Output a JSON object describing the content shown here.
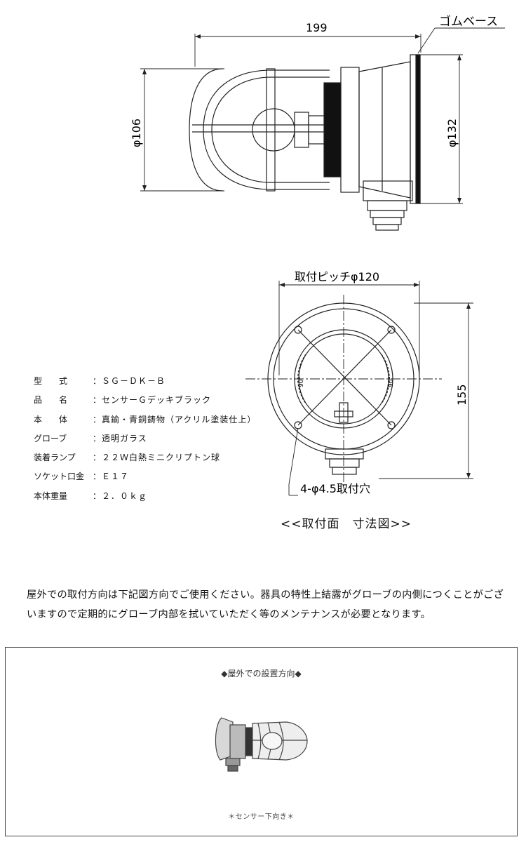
{
  "side_view": {
    "dim_length": "199",
    "dim_glove_dia": "φ106",
    "dim_base_dia": "φ132",
    "base_label": "ゴムベース"
  },
  "front_view": {
    "pitch_label": "取付ピッチφ120",
    "height_label": "155",
    "hole_label": "4-φ4.5取付穴",
    "angle_left": "90°",
    "angle_right": "90°"
  },
  "caption": "<<取付面　寸法図>>",
  "specs": [
    {
      "label": "型　　式",
      "value": "：ＳＧ－ＤＫ－Ｂ"
    },
    {
      "label": "品　　名",
      "value": "：センサーＧデッキブラック"
    },
    {
      "label": "本　　体",
      "value": "：真鍮・青銅鋳物（アクリル塗装仕上）"
    },
    {
      "label": "グローブ",
      "value": "：透明ガラス"
    },
    {
      "label": "装着ランプ",
      "value": "：２２Ｗ白熱ミニクリプトン球"
    },
    {
      "label": "ソケット口金",
      "value": "：Ｅ１７"
    },
    {
      "label": "本体重量",
      "value": "：２．０ｋｇ"
    }
  ],
  "notice": "屋外での取付方向は下記図方向でご使用ください。器具の特性上結露がグローブの内側につくことがございますので定期的にグローブ内部を拭いていただく等のメンテナンスが必要となります。",
  "install": {
    "title": "◆屋外での設置方向◆",
    "note": "＊センサー下向き＊"
  }
}
